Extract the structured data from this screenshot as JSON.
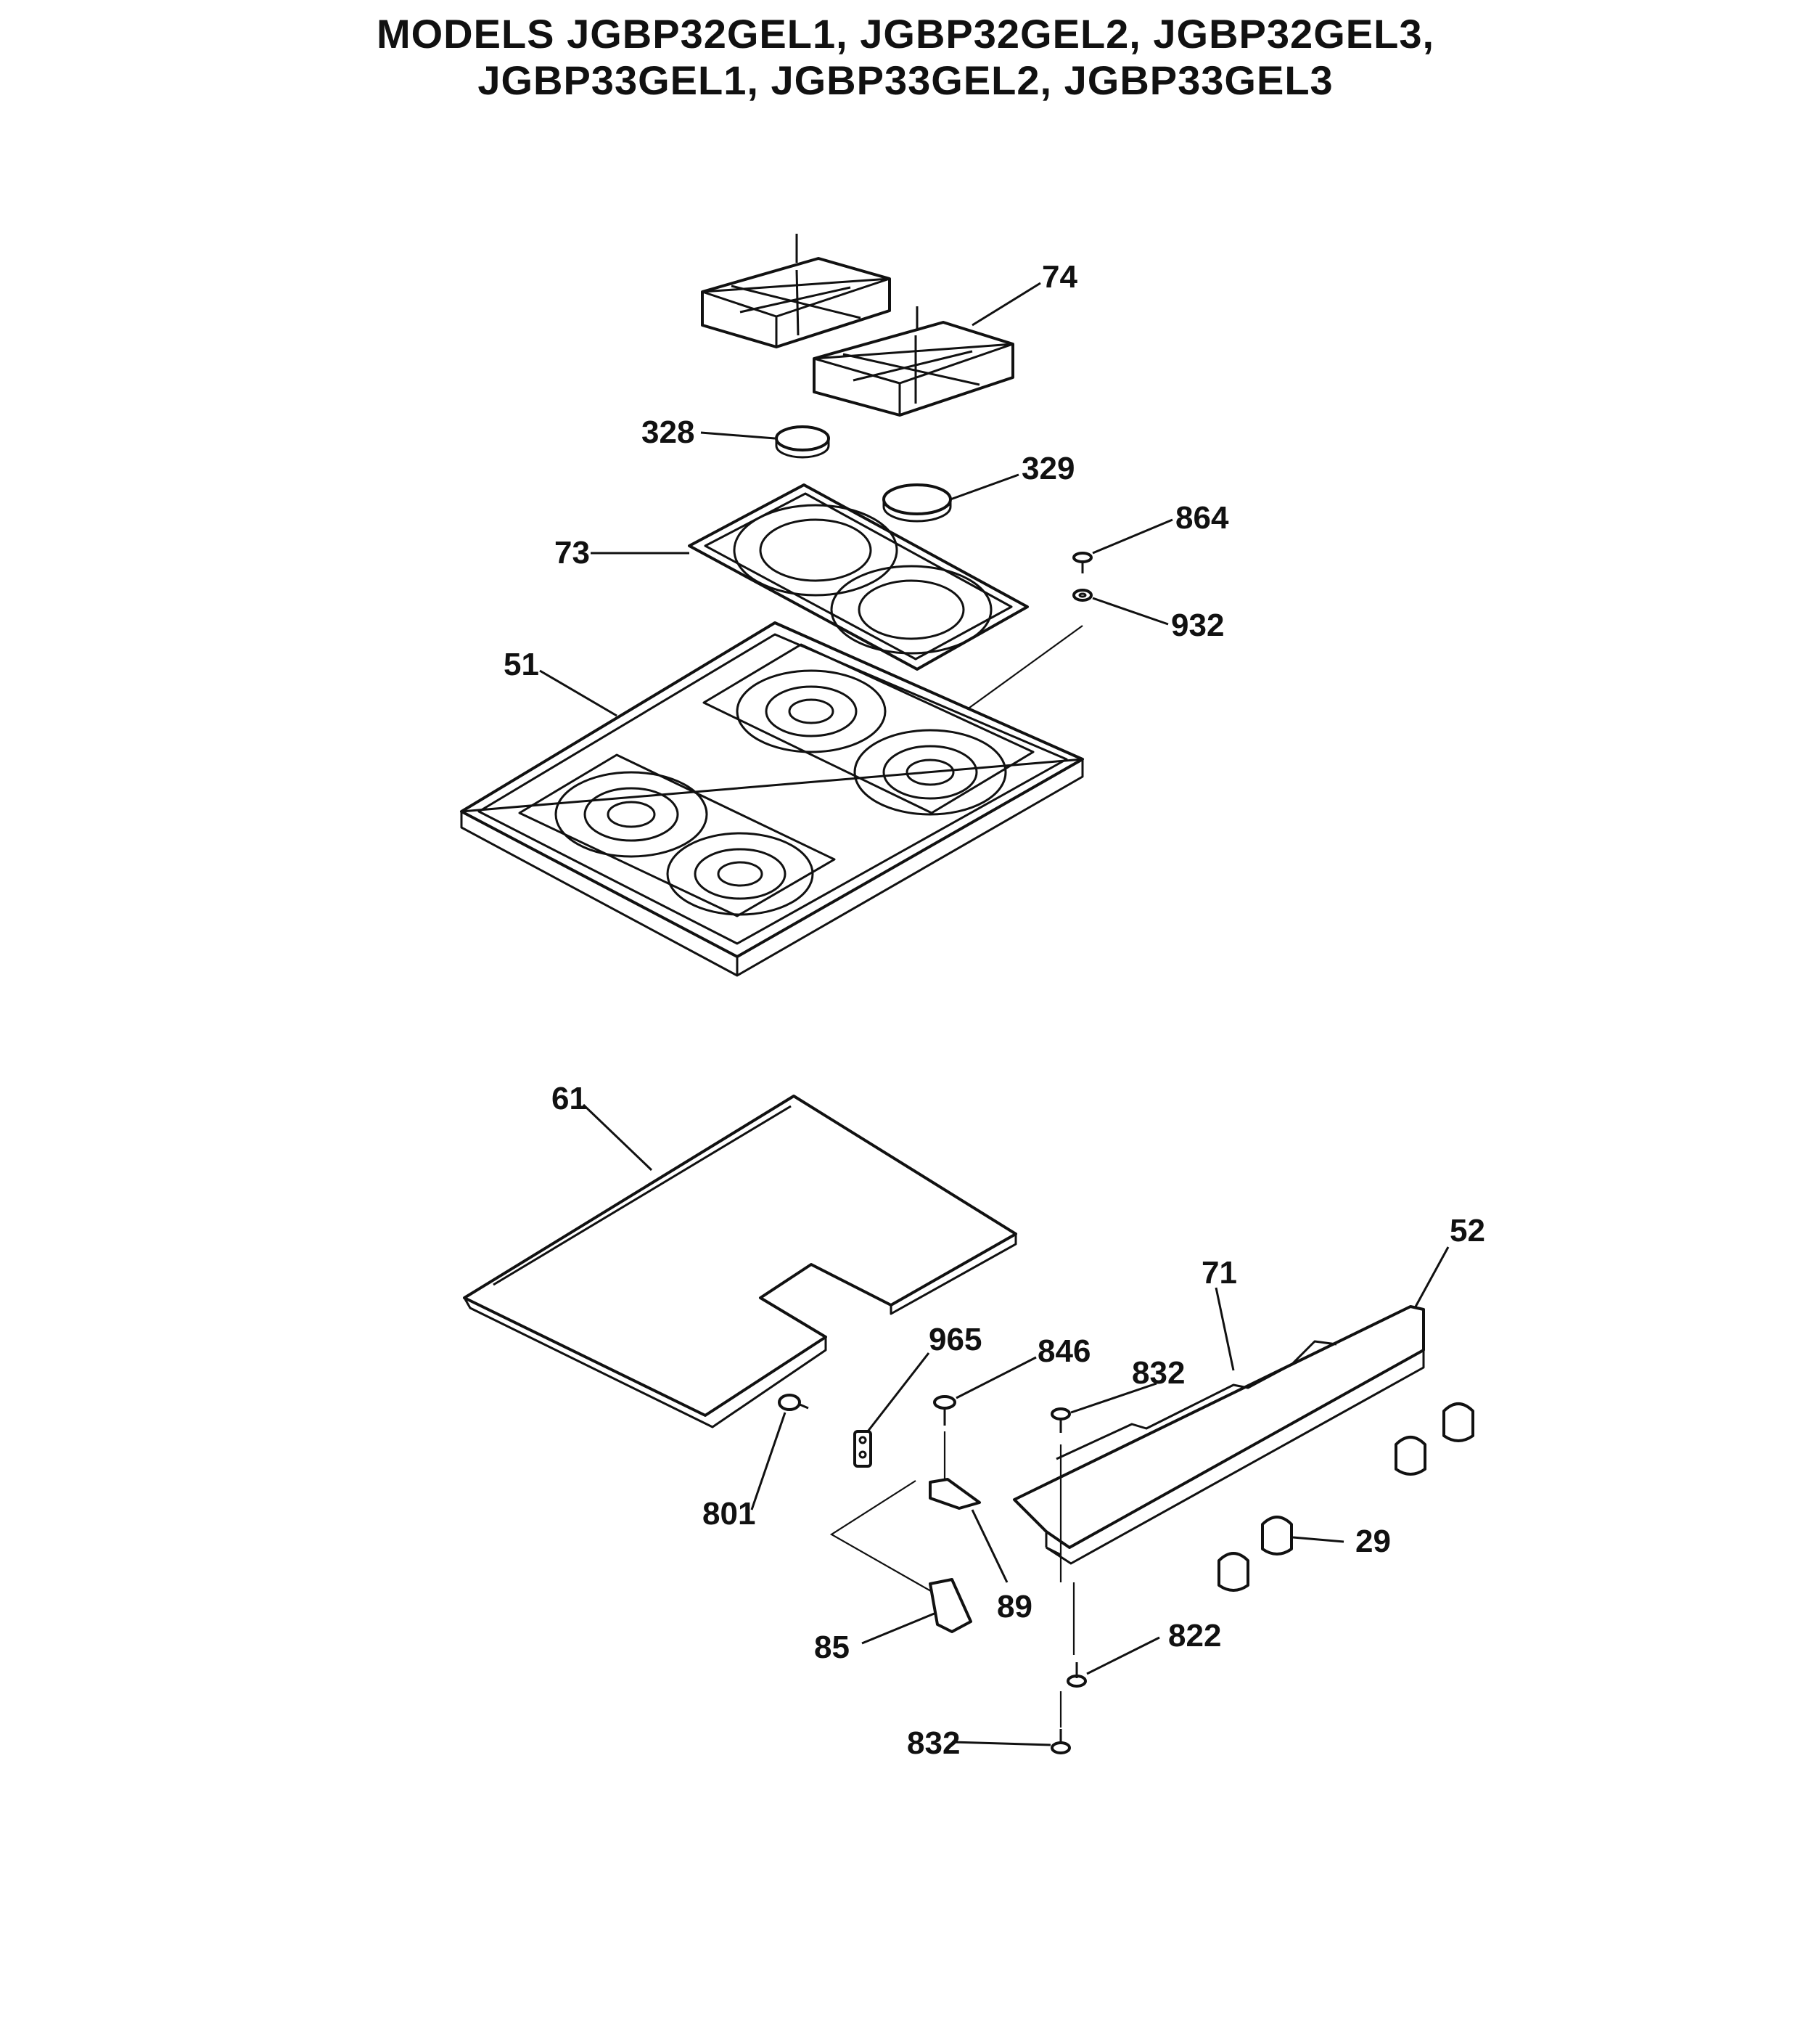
{
  "title": {
    "line1": "MODELS JGBP32GEL1, JGBP32GEL2, JGBP32GEL3,",
    "line2": "JGBP33GEL1, JGBP33GEL2, JGBP33GEL3"
  },
  "callouts": {
    "c74": "74",
    "c328": "328",
    "c329": "329",
    "c864": "864",
    "c73": "73",
    "c932": "932",
    "c51": "51",
    "c61": "61",
    "c52": "52",
    "c71": "71",
    "c965": "965",
    "c846": "846",
    "c832a": "832",
    "c801": "801",
    "c29": "29",
    "c89": "89",
    "c85": "85",
    "c822": "822",
    "c832b": "832"
  }
}
